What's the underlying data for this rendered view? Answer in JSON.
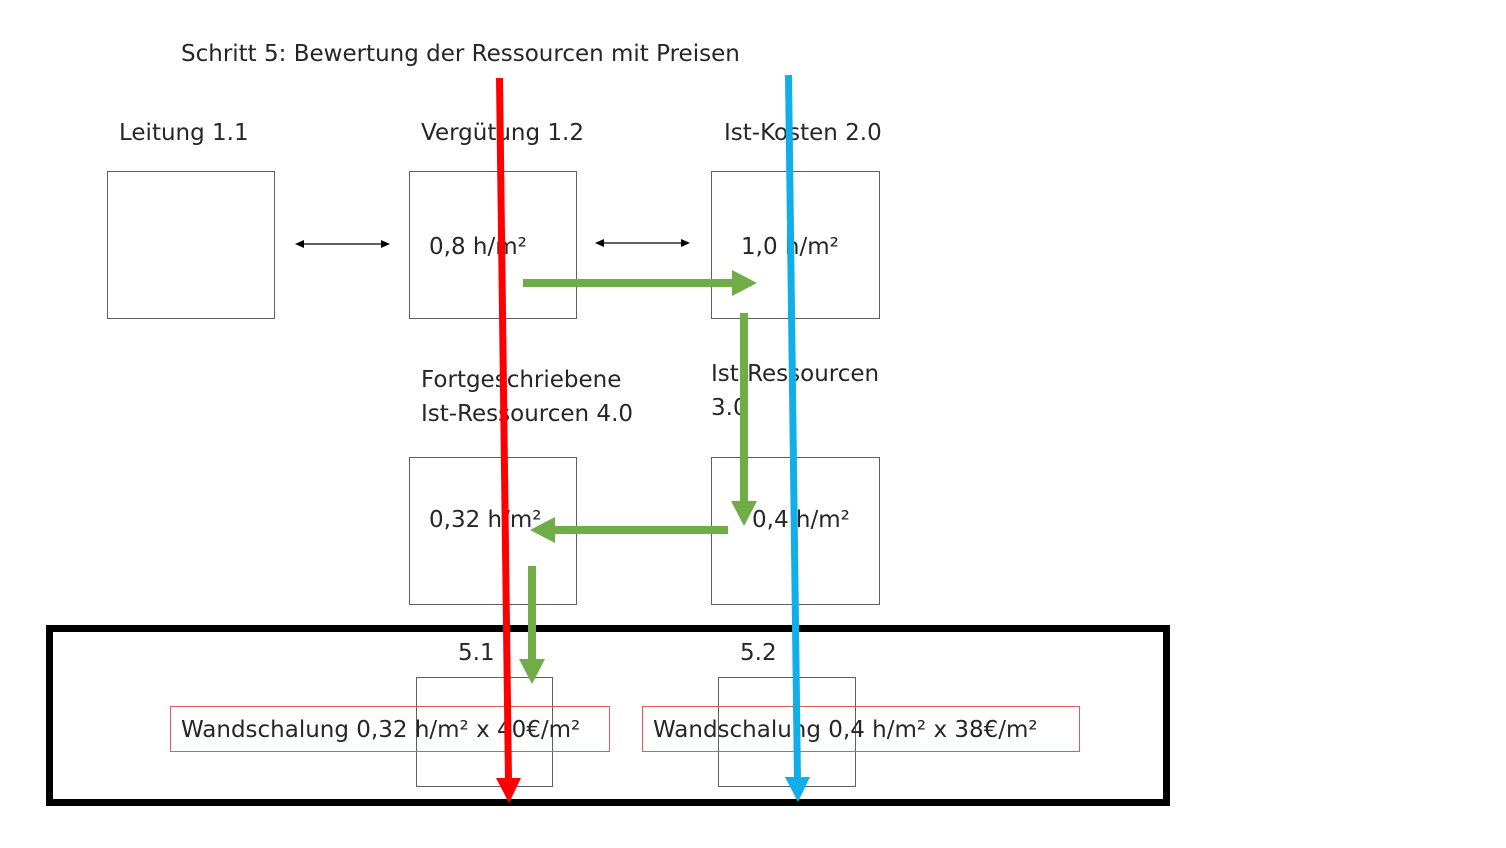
{
  "title": "Schritt 5: Bewertung der Ressourcen mit Preisen",
  "nodes": {
    "leitung": {
      "label": "Leitung 1.1",
      "value": ""
    },
    "verguetung": {
      "label": "Vergütung 1.2",
      "value": "0,8 h/m²"
    },
    "ist_kosten": {
      "label": "Ist-Kosten 2.0",
      "value": "1,0 h/m²"
    },
    "fortgeschriebene": {
      "label_line1": "Fortgeschriebene",
      "label_line2": "Ist-Ressourcen 4.0",
      "value": "0,32 h/m²"
    },
    "ist_ressourcen": {
      "label_line1": "Ist-Ressourcen",
      "label_line2": "3.0",
      "value": "0,4 h/m²"
    }
  },
  "results": {
    "r51": {
      "label": "5.1",
      "text": "Wandschalung 0,32 h/m² x 40€/m²"
    },
    "r52": {
      "label": "5.2",
      "text": "Wandschalung 0,4 h/m² x 38€/m²"
    }
  },
  "colors": {
    "red_arrow": "#ff0000",
    "blue_arrow": "#12aee8",
    "green_arrow": "#70ad47",
    "frame": "#000000"
  }
}
